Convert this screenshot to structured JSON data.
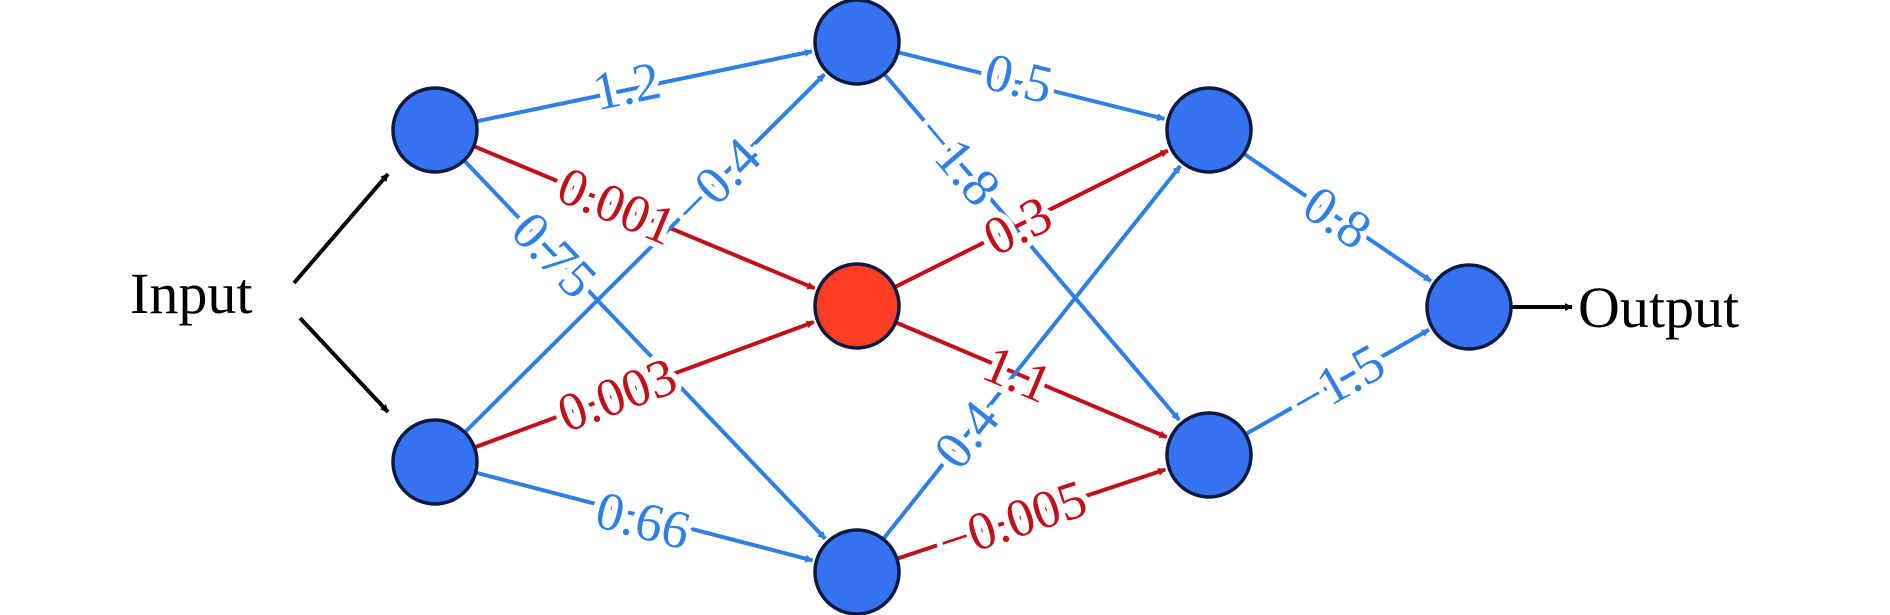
{
  "labels": {
    "input": "Input",
    "output": "Output"
  },
  "colors": {
    "positive": "#2f7fe6",
    "negative": "#c0101a",
    "io_arrow": "#000000",
    "node_blue": "#3472ef",
    "node_red": "#ff3d22",
    "node_outline": "#0a1a40"
  },
  "nodes": [
    {
      "id": "h1a",
      "color": "blue"
    },
    {
      "id": "h1b",
      "color": "blue"
    },
    {
      "id": "h2a",
      "color": "blue"
    },
    {
      "id": "h2b",
      "color": "red"
    },
    {
      "id": "h2c",
      "color": "blue"
    },
    {
      "id": "h3a",
      "color": "blue"
    },
    {
      "id": "h3b",
      "color": "blue"
    },
    {
      "id": "out",
      "color": "blue"
    }
  ],
  "edges": [
    {
      "from": "h1a",
      "to": "h2a",
      "weight": "1.2",
      "sign": "positive"
    },
    {
      "from": "h1a",
      "to": "h2b",
      "weight": "0.001",
      "sign": "negative"
    },
    {
      "from": "h1a",
      "to": "h2c",
      "weight": "0.75",
      "sign": "positive"
    },
    {
      "from": "h1b",
      "to": "h2a",
      "weight": "−0.4",
      "sign": "positive"
    },
    {
      "from": "h1b",
      "to": "h2b",
      "weight": "0.003",
      "sign": "negative"
    },
    {
      "from": "h1b",
      "to": "h2c",
      "weight": "0.66",
      "sign": "positive"
    },
    {
      "from": "h2a",
      "to": "h3a",
      "weight": "0.5",
      "sign": "positive"
    },
    {
      "from": "h2a",
      "to": "h3b",
      "weight": "−1.8",
      "sign": "positive"
    },
    {
      "from": "h2b",
      "to": "h3a",
      "weight": "0.3",
      "sign": "negative"
    },
    {
      "from": "h2b",
      "to": "h3b",
      "weight": "1.1",
      "sign": "negative"
    },
    {
      "from": "h2c",
      "to": "h3a",
      "weight": "0.4",
      "sign": "positive"
    },
    {
      "from": "h2c",
      "to": "h3b",
      "weight": "−0.005",
      "sign": "negative"
    },
    {
      "from": "h3a",
      "to": "out",
      "weight": "0.8",
      "sign": "positive"
    },
    {
      "from": "h3b",
      "to": "out",
      "weight": "−1.5",
      "sign": "positive"
    }
  ]
}
